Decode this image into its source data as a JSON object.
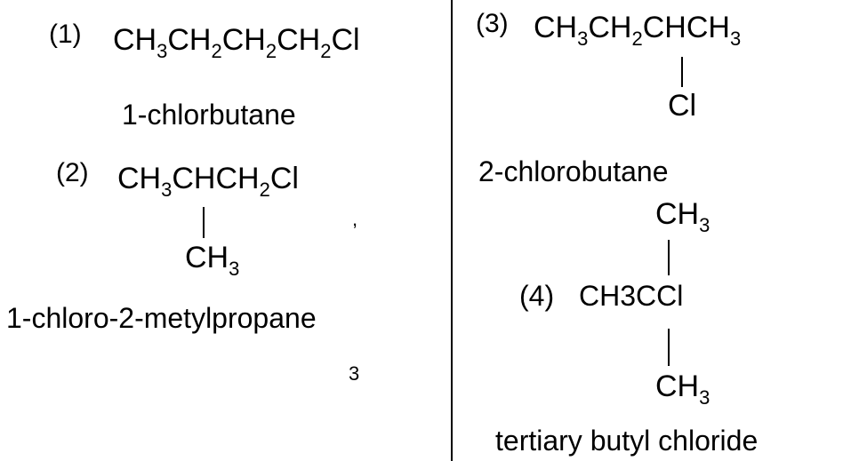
{
  "compounds": [
    {
      "number": "(1)",
      "formula": [
        {
          "t": "CH"
        },
        {
          "s": "3"
        },
        {
          "t": "CH"
        },
        {
          "s": "2"
        },
        {
          "t": "CH"
        },
        {
          "s": "2"
        },
        {
          "t": "CH"
        },
        {
          "s": "2"
        },
        {
          "t": "Cl"
        }
      ],
      "name": "1-chlorbutane"
    },
    {
      "number": "(2)",
      "formula": [
        {
          "t": "CH"
        },
        {
          "s": "3"
        },
        {
          "t": "CHCH"
        },
        {
          "s": "2"
        },
        {
          "t": "Cl"
        }
      ],
      "comma": ",",
      "branch": [
        {
          "t": "CH"
        },
        {
          "s": "3"
        }
      ],
      "name": "1-chloro-2-metylpropane",
      "stray": "3"
    },
    {
      "number": "(3)",
      "formula": [
        {
          "t": "CH"
        },
        {
          "s": "3"
        },
        {
          "t": "CH"
        },
        {
          "s": "2"
        },
        {
          "t": "CHCH"
        },
        {
          "s": "3"
        }
      ],
      "branch": [
        {
          "t": "Cl"
        }
      ],
      "name": "2-chlorobutane"
    },
    {
      "number": "(4)",
      "formula_text": "CH3CCl",
      "top_branch": [
        {
          "t": "CH"
        },
        {
          "s": "3"
        }
      ],
      "bottom_branch": [
        {
          "t": "CH"
        },
        {
          "s": "3"
        }
      ],
      "name": "tertiary butyl chloride"
    }
  ]
}
